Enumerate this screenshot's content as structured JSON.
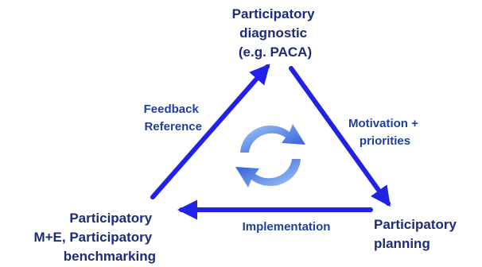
{
  "nodes": {
    "top": {
      "lines": [
        "Participatory",
        "diagnostic",
        "(e.g. PACA)"
      ]
    },
    "bottom_left": {
      "lines": [
        "Participatory",
        "M+E, Participatory",
        "benchmarking"
      ]
    },
    "bottom_right": {
      "lines": [
        "Participatory",
        "planning"
      ]
    }
  },
  "edges": {
    "left": {
      "lines": [
        "Feedback",
        "Reference"
      ]
    },
    "right": {
      "lines": [
        "Motivation +",
        "priorities"
      ]
    },
    "bottom": {
      "lines": [
        "Implementation"
      ]
    }
  },
  "colors": {
    "arrow": "#2222e6",
    "node_text": "#1c2b7a",
    "edge_text": "#1f3f9f",
    "cycle_light": "#7fb2ee",
    "cycle_dark": "#1f4fd8"
  },
  "center_icon": "refresh-cycle-icon"
}
